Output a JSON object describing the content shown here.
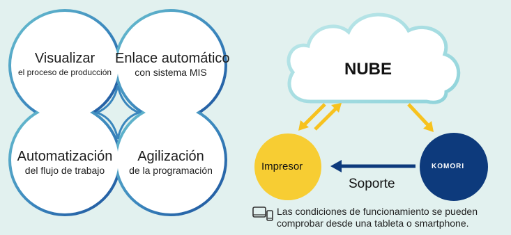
{
  "colors": {
    "background": "#e2f1ef",
    "circle_fill": "#ffffff",
    "ring_light": "#6cc3d0",
    "ring_dark": "#1b4f9a",
    "cloud_stroke": "#a8dfe4",
    "printer_fill": "#f7cd33",
    "komori_fill": "#0d3a7c",
    "arrow_yellow": "#f7c21e",
    "arrow_blue": "#0d3a7c"
  },
  "benefits": [
    {
      "title": "Visualizar",
      "subtitle": "el proceso de producción"
    },
    {
      "title": "Enlace automático",
      "subtitle": "con sistema MIS"
    },
    {
      "title": "Automatización",
      "subtitle": "del flujo de trabajo"
    },
    {
      "title": "Agilización",
      "subtitle": "de la programación"
    }
  ],
  "network": {
    "cloud_label": "NUBE",
    "printer_label": "Impresor",
    "komori_logo": "KOMORI",
    "support_label": "Soporte"
  },
  "footnote": {
    "icon": "tablet-smartphone-icon",
    "lines": [
      "Las condiciones de funcionamiento se pueden",
      "comprobar desde una tableta o smartphone."
    ]
  }
}
